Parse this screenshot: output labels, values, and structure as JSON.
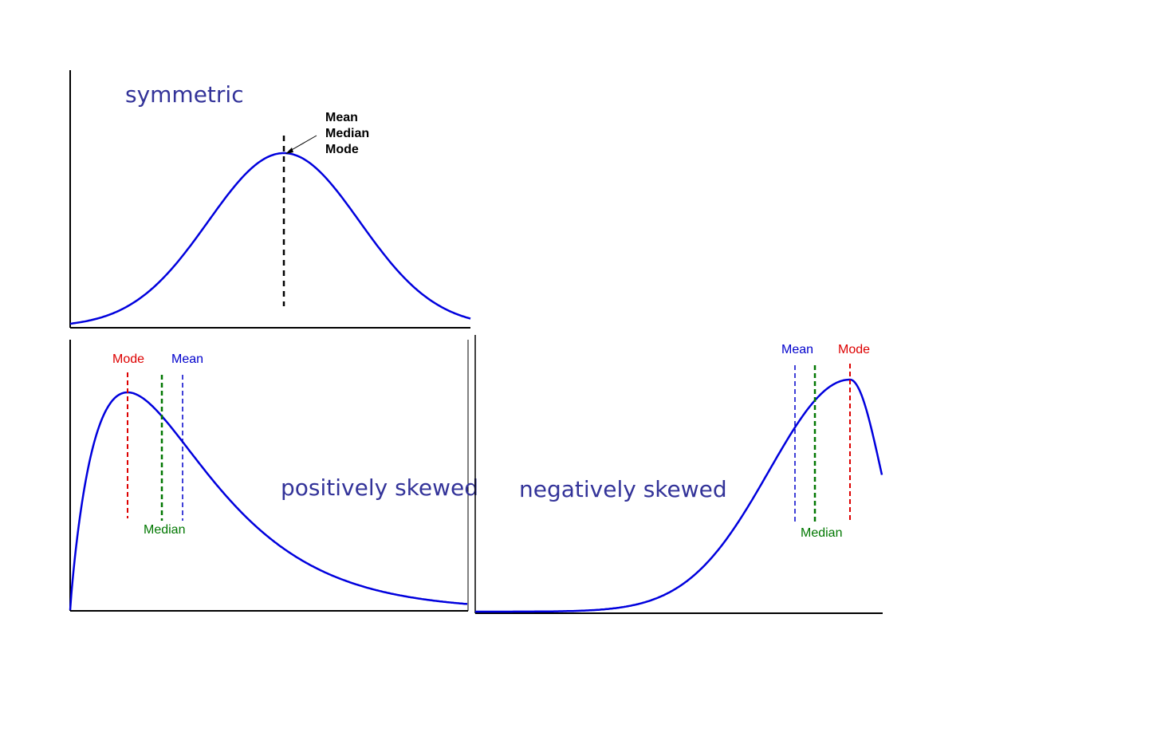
{
  "colors": {
    "curve": "#0000dd",
    "title": "#333399",
    "axis": "#000000",
    "mean": "#0000cc",
    "median": "#007700",
    "mode": "#dd0000"
  },
  "symmetric": {
    "title": "symmetric",
    "labels": [
      "Mean",
      "Median",
      "Mode"
    ]
  },
  "positive": {
    "title": "positively skewed",
    "mode_label": "Mode",
    "mean_label": "Mean",
    "median_label": "Median"
  },
  "negative": {
    "title": "negatively skewed",
    "mean_label": "Mean",
    "mode_label": "Mode",
    "median_label": "Median"
  }
}
